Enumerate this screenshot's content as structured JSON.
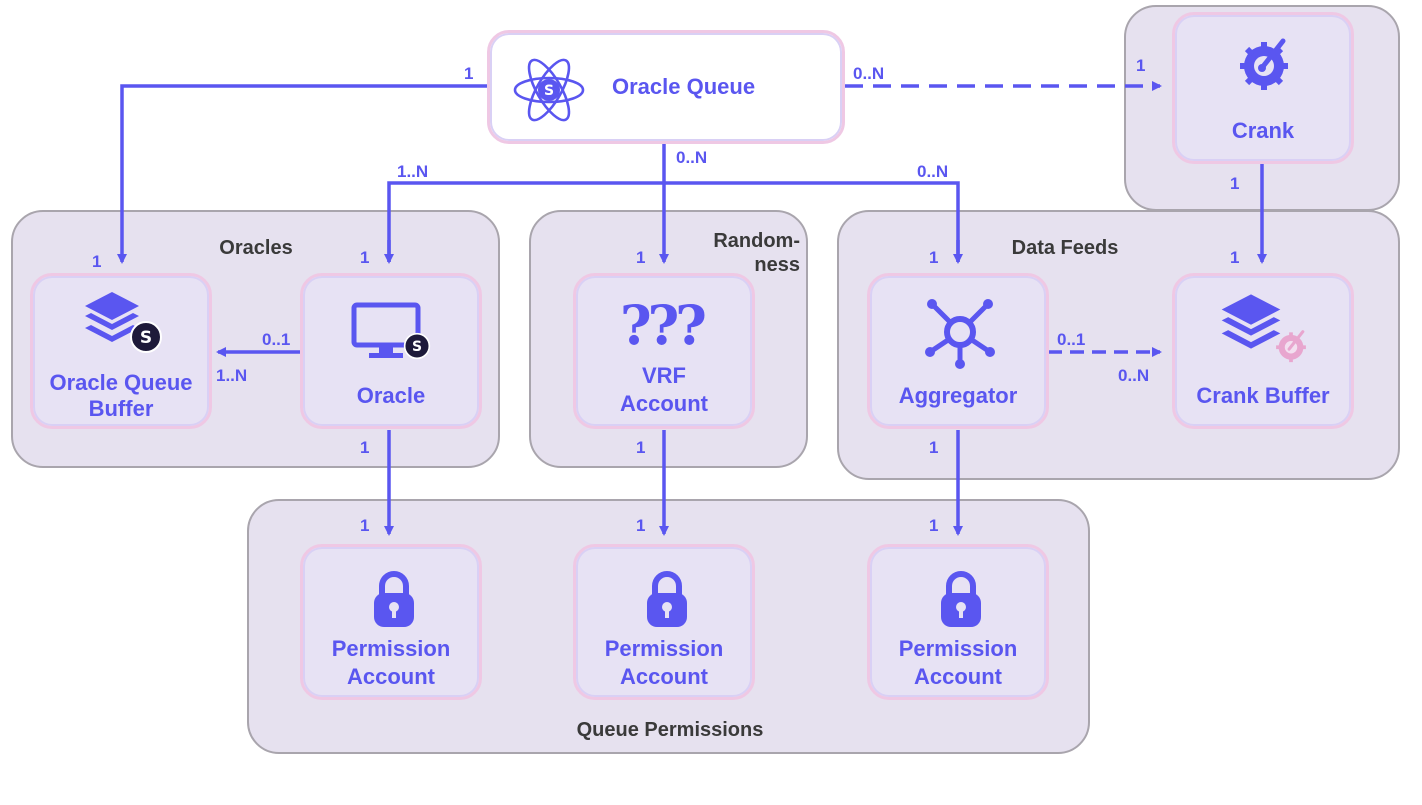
{
  "groups": {
    "oracles": "Oracles",
    "randomness_1": "Random-",
    "randomness_2": "ness",
    "data_feeds": "Data Feeds",
    "queue_permissions": "Queue Permissions"
  },
  "nodes": {
    "oracle_queue": "Oracle Queue",
    "crank": "Crank",
    "oqb_line1": "Oracle Queue",
    "oqb_line2": "Buffer",
    "oracle": "Oracle",
    "vrf_line1": "VRF",
    "vrf_line2": "Account",
    "aggregator": "Aggregator",
    "crank_buffer": "Crank Buffer",
    "perm_line1": "Permission",
    "perm_line2": "Account"
  },
  "multiplicities": {
    "oq_to_oqb_src": "1",
    "oq_to_crank_src": "0..N",
    "oq_to_crank_dst": "1",
    "oq_to_oracle_src": "1..N",
    "oq_to_vrf_src": "0..N",
    "oq_to_agg_src": "0..N",
    "crank_to_cb_src": "1",
    "oqb_dst": "1",
    "oracle_dst": "1",
    "vrf_dst": "1",
    "agg_dst": "1",
    "cb_dst": "1",
    "oracle_to_oqb_src": "0..1",
    "oracle_to_oqb_dst": "1..N",
    "agg_to_cb_src": "0..1",
    "agg_to_cb_dst": "0..N",
    "oracle_perm_src": "1",
    "oracle_perm_dst": "1",
    "vrf_perm_src": "1",
    "vrf_perm_dst": "1",
    "agg_perm_src": "1",
    "agg_perm_dst": "1"
  },
  "colors": {
    "accent": "#5a56f0",
    "group_fill": "#e6e1ef",
    "node_border": "#efc8e4",
    "logo_dark": "#1e1a3a"
  },
  "icons": [
    "atom-logo-icon",
    "gear-gauge-icon",
    "layers-icon",
    "monitor-icon",
    "question-marks-icon",
    "hub-network-icon",
    "padlock-icon",
    "switchboard-logo-icon"
  ]
}
